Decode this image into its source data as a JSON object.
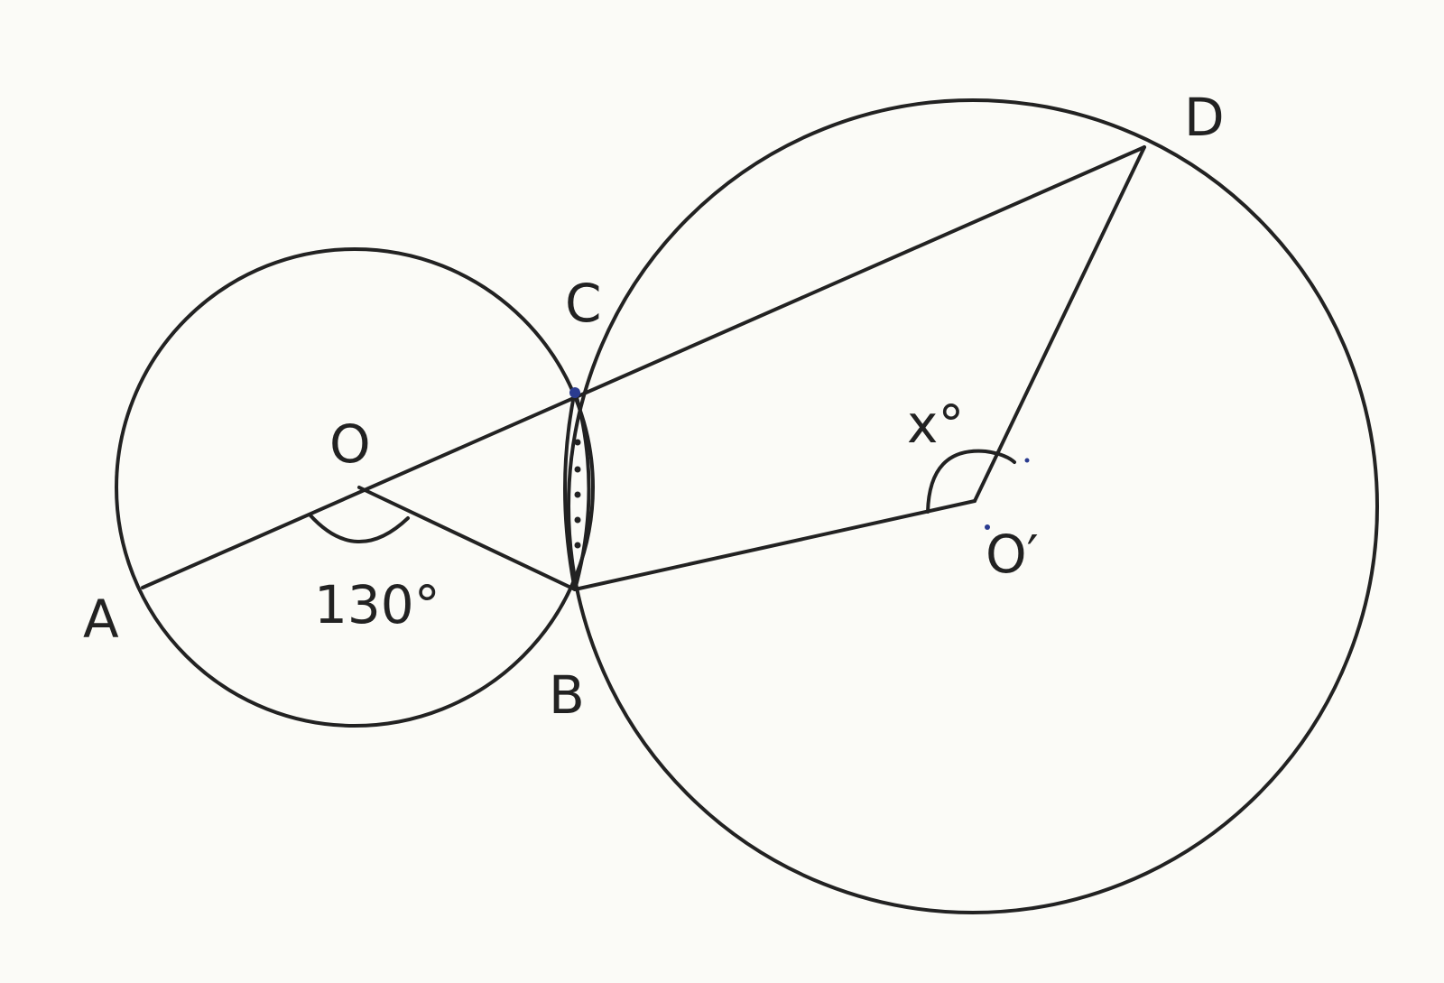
{
  "figure": {
    "points": {
      "A": "A",
      "B": "B",
      "C": "C",
      "D": "D",
      "O": "O",
      "O_prime": "O′"
    },
    "angles": {
      "known": "130°",
      "unknown": "x°"
    }
  },
  "colors": {
    "ink": "#222222",
    "paper": "#fbfbf7",
    "blue_ink": "#2a3b8f"
  }
}
